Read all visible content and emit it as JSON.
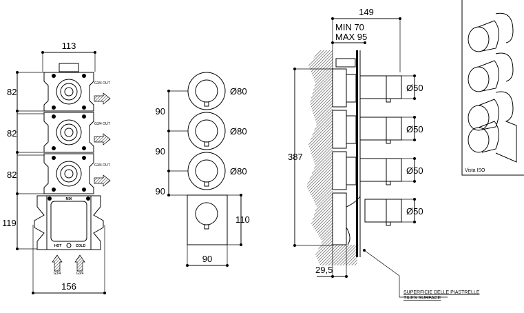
{
  "front_view": {
    "width_top": "113",
    "module_heights": [
      "82",
      "82",
      "82"
    ],
    "mixer_height": "119",
    "width_bottom": "156",
    "outlet_label": "G3/4 OUT",
    "mix_label": "MIX",
    "hot_label": "HOT",
    "cold_label": "COLD",
    "inlet_label": "G3/4"
  },
  "plate_view": {
    "diameters": [
      "Ø80",
      "Ø80",
      "Ø80"
    ],
    "spacings": [
      "90",
      "90",
      "90"
    ],
    "square_height": "110",
    "square_width": "90"
  },
  "side_view": {
    "depth_total": "149",
    "depth_min": "MIN 70",
    "depth_max": "MAX 95",
    "height_total": "387",
    "knob_diameters": [
      "Ø50",
      "Ø50",
      "Ø50",
      "Ø50"
    ],
    "offset": "29,5",
    "tiles_note_it": "SUPERFICIE DELLE PIASTRELLE",
    "tiles_note_en": "TILES SURFACE"
  },
  "iso_view": {
    "label": "Vista ISO"
  }
}
